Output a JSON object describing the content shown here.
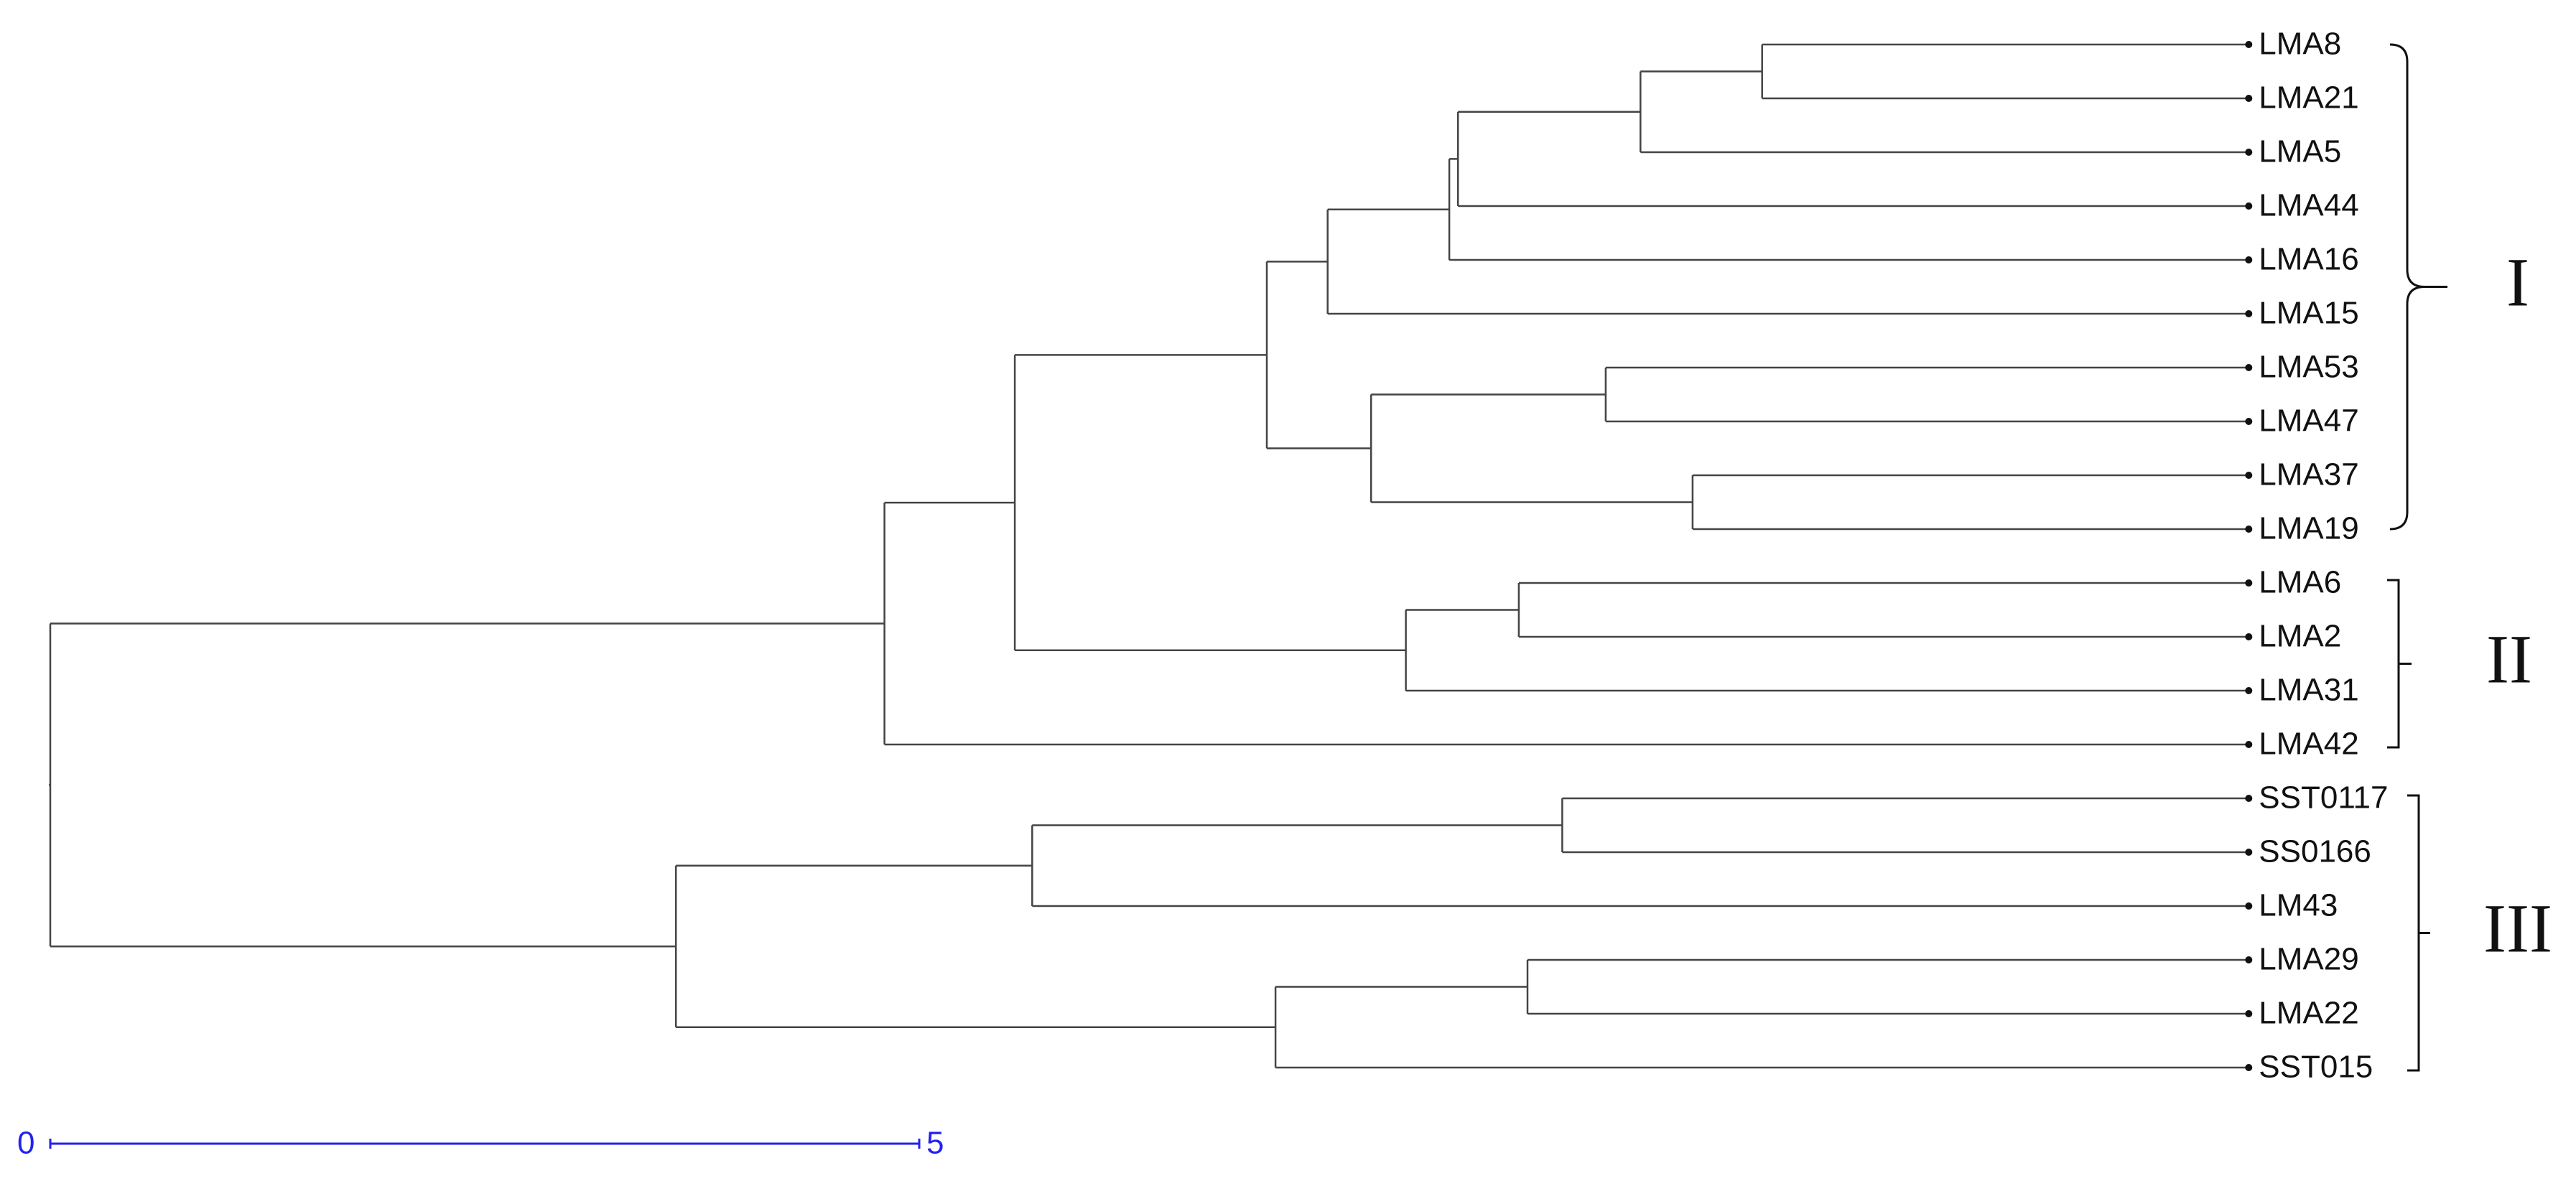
{
  "tree": {
    "leaves": [
      "LMA8",
      "LMA21",
      "LMA5",
      "LMA44",
      "LMA16",
      "LMA15",
      "LMA53",
      "LMA47",
      "LMA37",
      "LMA19",
      "LMA6",
      "LMA2",
      "LMA31",
      "LMA42",
      "SST0117",
      "SS0166",
      "LM43",
      "LMA29",
      "LMA22",
      "SST015"
    ],
    "root": {
      "h": 0,
      "c": [
        {
          "h": 4.8,
          "c": [
            {
              "h": 5.55,
              "c": [
                {
                  "h": 7.0,
                  "c": [
                    {
                      "h": 7.35,
                      "c": [
                        {
                          "h": 8.05,
                          "c": [
                            {
                              "h": 8.1,
                              "c": [
                                {
                                  "h": 9.15,
                                  "c": [
                                    {
                                      "h": 9.85,
                                      "c": [
                                        "LMA8",
                                        "LMA21"
                                      ]
                                    },
                                    "LMA5"
                                  ]
                                },
                                "LMA44"
                              ]
                            },
                            "LMA16"
                          ]
                        },
                        "LMA15"
                      ]
                    },
                    {
                      "h": 7.6,
                      "c": [
                        {
                          "h": 8.95,
                          "c": [
                            "LMA53",
                            "LMA47"
                          ]
                        },
                        {
                          "h": 9.45,
                          "c": [
                            "LMA37",
                            "LMA19"
                          ]
                        }
                      ]
                    }
                  ]
                },
                {
                  "h": 7.8,
                  "c": [
                    {
                      "h": 8.45,
                      "c": [
                        "LMA6",
                        "LMA2"
                      ]
                    },
                    "LMA31"
                  ]
                }
              ]
            },
            "LMA42"
          ]
        },
        {
          "h": 3.6,
          "c": [
            {
              "h": 5.65,
              "c": [
                {
                  "h": 8.7,
                  "c": [
                    "SST0117",
                    "SS0166"
                  ]
                },
                "LM43"
              ]
            },
            {
              "h": 7.05,
              "c": [
                {
                  "h": 8.5,
                  "c": [
                    "LMA29",
                    "LMA22"
                  ]
                },
                "SST015"
              ]
            }
          ]
        }
      ]
    },
    "leaf_height": 12.65
  },
  "clusters": [
    {
      "label": "I",
      "first": "LMA8",
      "last": "LMA19"
    },
    {
      "label": "II",
      "first": "LMA6",
      "last": "LMA42"
    },
    {
      "label": "III",
      "first": "SST0117",
      "last": "SST015"
    }
  ],
  "scale_bar": {
    "start_label": "0",
    "end_label": "5",
    "length": 5,
    "color": "#2222ee"
  }
}
